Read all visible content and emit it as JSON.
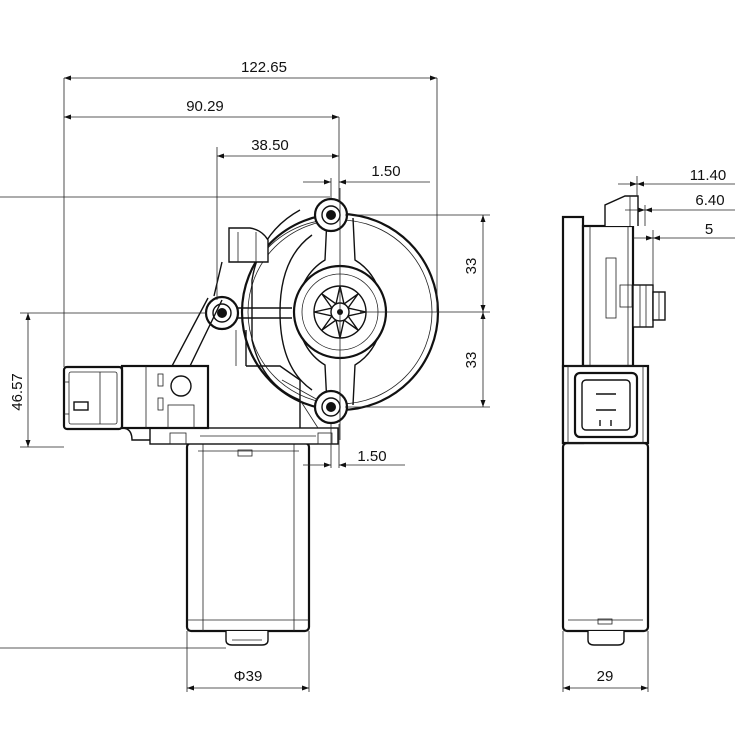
{
  "drawing": {
    "dimensions": {
      "overall_width": "122.65",
      "to_axis": "90.29",
      "boss_offset": "38.50",
      "top_offset": "1.50",
      "bottom_offset": "1.50",
      "upper_pitch": "33",
      "lower_pitch": "33",
      "connector_height": "46.57",
      "motor_diameter": "Φ39",
      "side_width": "29",
      "side_depth_1": "11.40",
      "side_depth_2": "6.40",
      "side_depth_3": "5"
    }
  }
}
